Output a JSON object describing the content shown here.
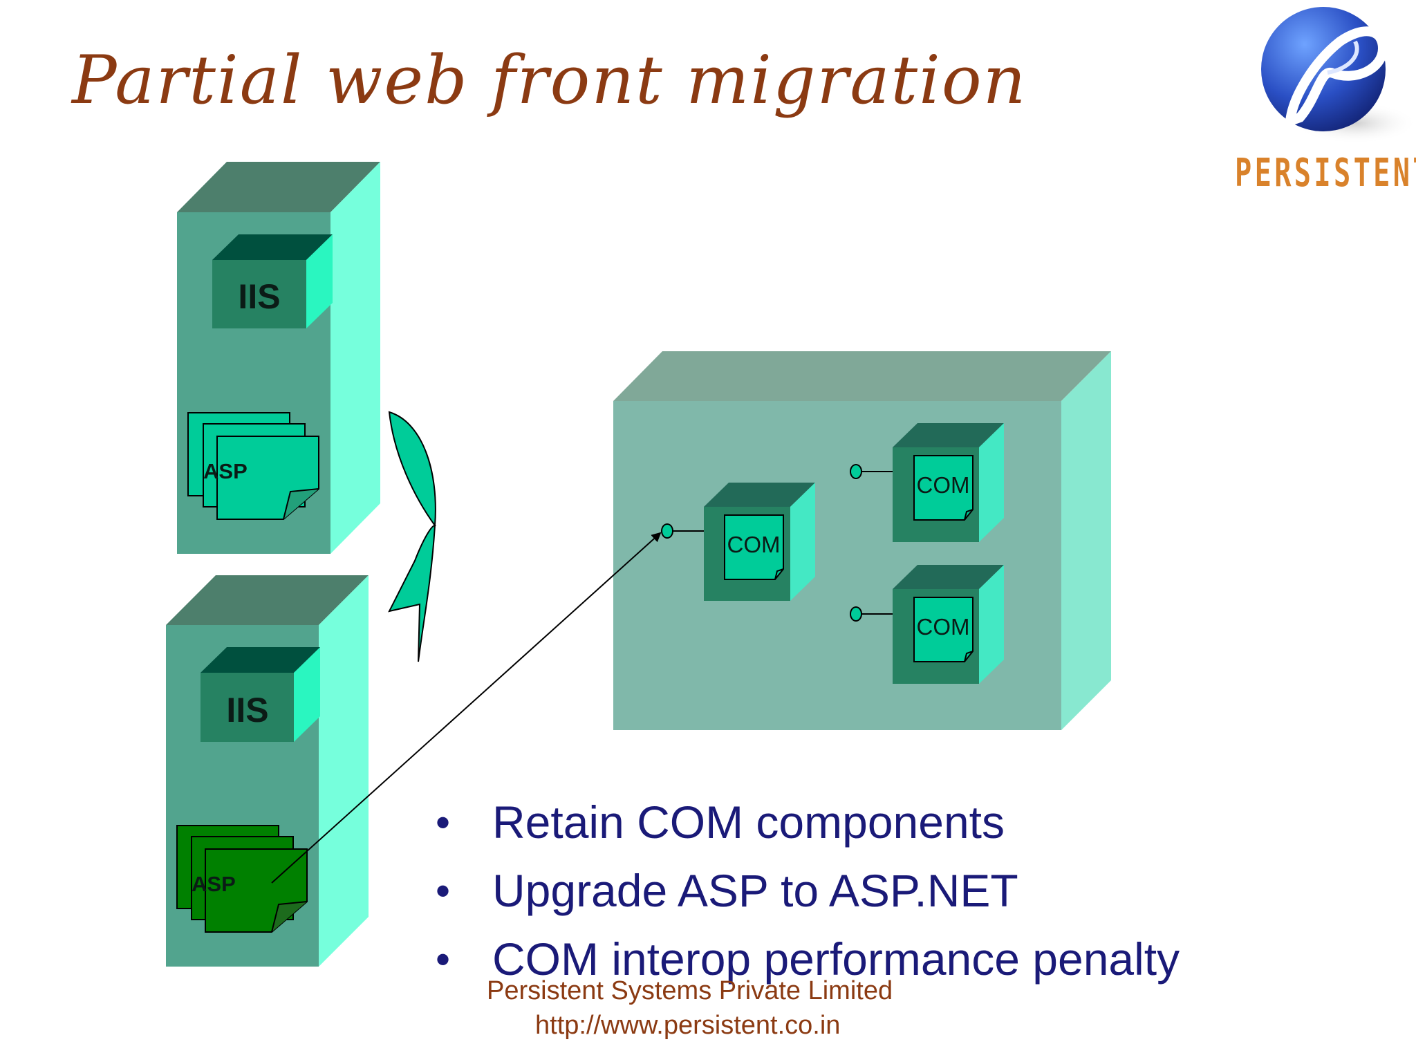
{
  "slide": {
    "title": "Partial web front migration"
  },
  "logo": {
    "text": "PERSISTENT",
    "icon": "persistent-globe-logo"
  },
  "diagram": {
    "server_top": {
      "iis_label": "IIS",
      "asp_label": "ASP"
    },
    "server_bottom": {
      "iis_label": "IIS",
      "asp_label": "ASP"
    },
    "com_labels": [
      "COM",
      "COM",
      "COM"
    ]
  },
  "bullets": [
    "Retain COM components",
    "Upgrade ASP to ASP.NET",
    "COM interop performance penalty"
  ],
  "footer": {
    "company": "Persistent Systems Private Limited",
    "url": "http://www.persistent.co.in"
  },
  "colors": {
    "title": "#8b3a12",
    "bullet_text": "#1a1a78",
    "logo_text": "#d9822b",
    "server_front": "#52a48e",
    "server_side": "#76ffdc",
    "server_top": "#4d7f6c",
    "iis_box": "#268262",
    "asp_old": "#00cc99",
    "asp_new": "#008000",
    "component_box": "#80b8aa"
  }
}
